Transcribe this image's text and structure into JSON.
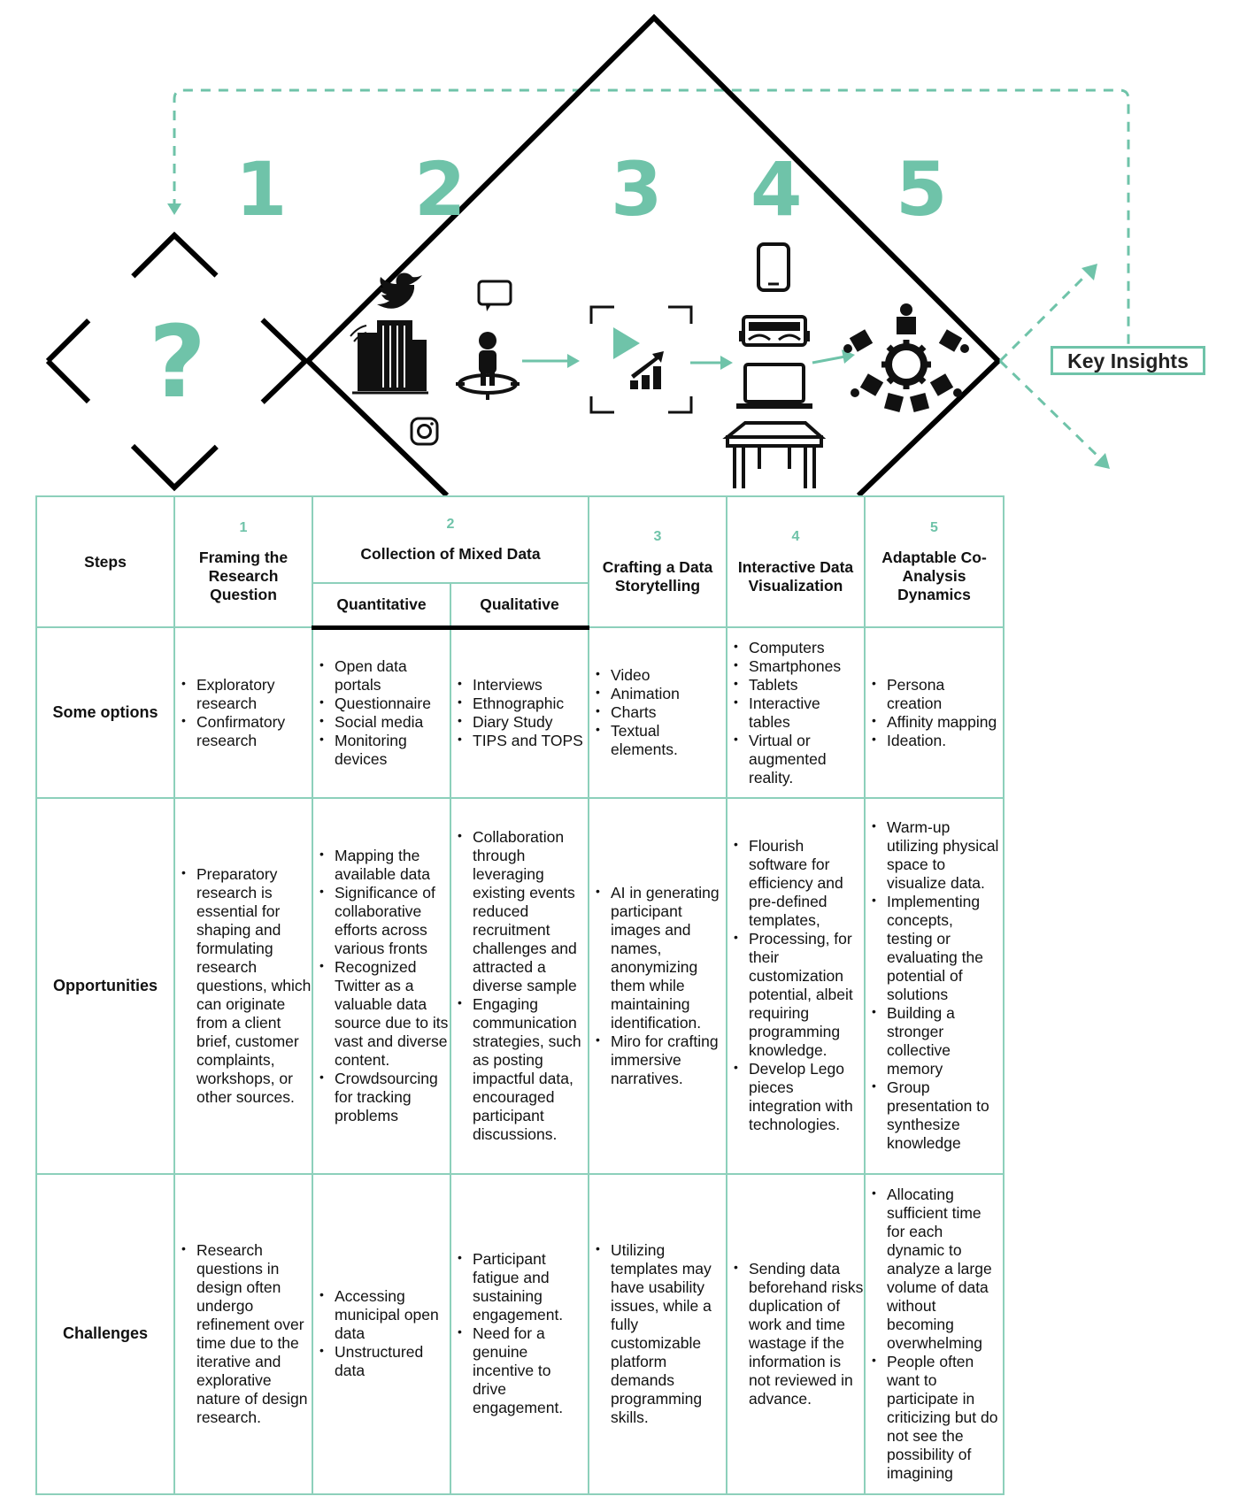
{
  "diagram": {
    "question_mark": "?",
    "step_numbers": [
      "1",
      "2",
      "3",
      "4",
      "5"
    ],
    "key_insights": "Key Insights",
    "accent_color": "#6fc3a9",
    "icons": [
      "building-wifi-icon",
      "twitter-icon",
      "instagram-icon",
      "chat-bubble-icon",
      "person-target-icon",
      "video-chart-icon",
      "smartphone-icon",
      "vr-goggles-icon",
      "laptop-icon",
      "table-icon",
      "gear-people-icon"
    ]
  },
  "table": {
    "steps_label": "Steps",
    "columns": [
      {
        "num": "1",
        "title": "Framing the Research Question"
      },
      {
        "num": "2",
        "title": "Collection of Mixed Data",
        "sub": [
          "Quantitative",
          "Qualitative"
        ]
      },
      {
        "num": "3",
        "title": "Crafting a Data Storytelling"
      },
      {
        "num": "4",
        "title": "Interactive Data Visualization"
      },
      {
        "num": "5",
        "title": "Adaptable Co-Analysis Dynamics"
      }
    ],
    "rows": [
      {
        "label": "Some options",
        "cells": [
          [
            "Exploratory research",
            "Confirmatory research"
          ],
          [
            "Open data portals",
            "Questionnaire",
            "Social media",
            "Monitoring devices"
          ],
          [
            "Interviews",
            "Ethnographic",
            "Diary Study",
            "TIPS and TOPS"
          ],
          [
            "Video",
            "Animation",
            "Charts",
            "Textual elements."
          ],
          [
            "Computers",
            "Smartphones",
            "Tablets",
            "Interactive tables",
            "Virtual or augmented reality."
          ],
          [
            "Persona creation",
            "Affinity mapping",
            "Ideation."
          ]
        ]
      },
      {
        "label": "Opportunities",
        "cells": [
          [
            "Preparatory research is essential for shaping and formulating research questions, which can originate from a client brief, customer complaints, workshops, or other sources."
          ],
          [
            "Mapping the available data",
            "Significance of collaborative efforts across various fronts",
            "Recognized Twitter as a valuable data source due to its vast and diverse content.",
            "Crowdsourcing for tracking problems"
          ],
          [
            "Collaboration through leveraging existing events reduced recruitment challenges and attracted a diverse sample",
            "Engaging communication strategies, such as posting impactful data, encouraged participant discussions."
          ],
          [
            "AI in generating participant images and names, anonymizing them while maintaining identification.",
            "Miro for crafting immersive narratives."
          ],
          [
            "Flourish software for efficiency and pre-defined templates,",
            "Processing, for their customization potential, albeit requiring programming knowledge.",
            "Develop Lego pieces integration with technologies."
          ],
          [
            "Warm-up utilizing physical space to visualize data.",
            "Implementing concepts, testing or evaluating the potential of solutions",
            "Building a stronger collective memory",
            "Group presentation to synthesize knowledge"
          ]
        ]
      },
      {
        "label": "Challenges",
        "cells": [
          [
            "Research questions in design often undergo refinement over time due to the iterative and explorative nature of design research."
          ],
          [
            "Accessing municipal open data",
            "Unstructured data"
          ],
          [
            "Participant fatigue and sustaining engagement.",
            "Need for a genuine incentive to drive engagement."
          ],
          [
            "Utilizing templates may have usability issues, while a fully customizable platform demands programming skills."
          ],
          [
            "Sending data beforehand risks duplication of work and time wastage if the information is not reviewed in advance."
          ],
          [
            "Allocating sufficient time for each dynamic to analyze a large volume of data without becoming overwhelming",
            "People often want to participate in criticizing but do not see the possibility of imagining"
          ]
        ]
      }
    ]
  }
}
